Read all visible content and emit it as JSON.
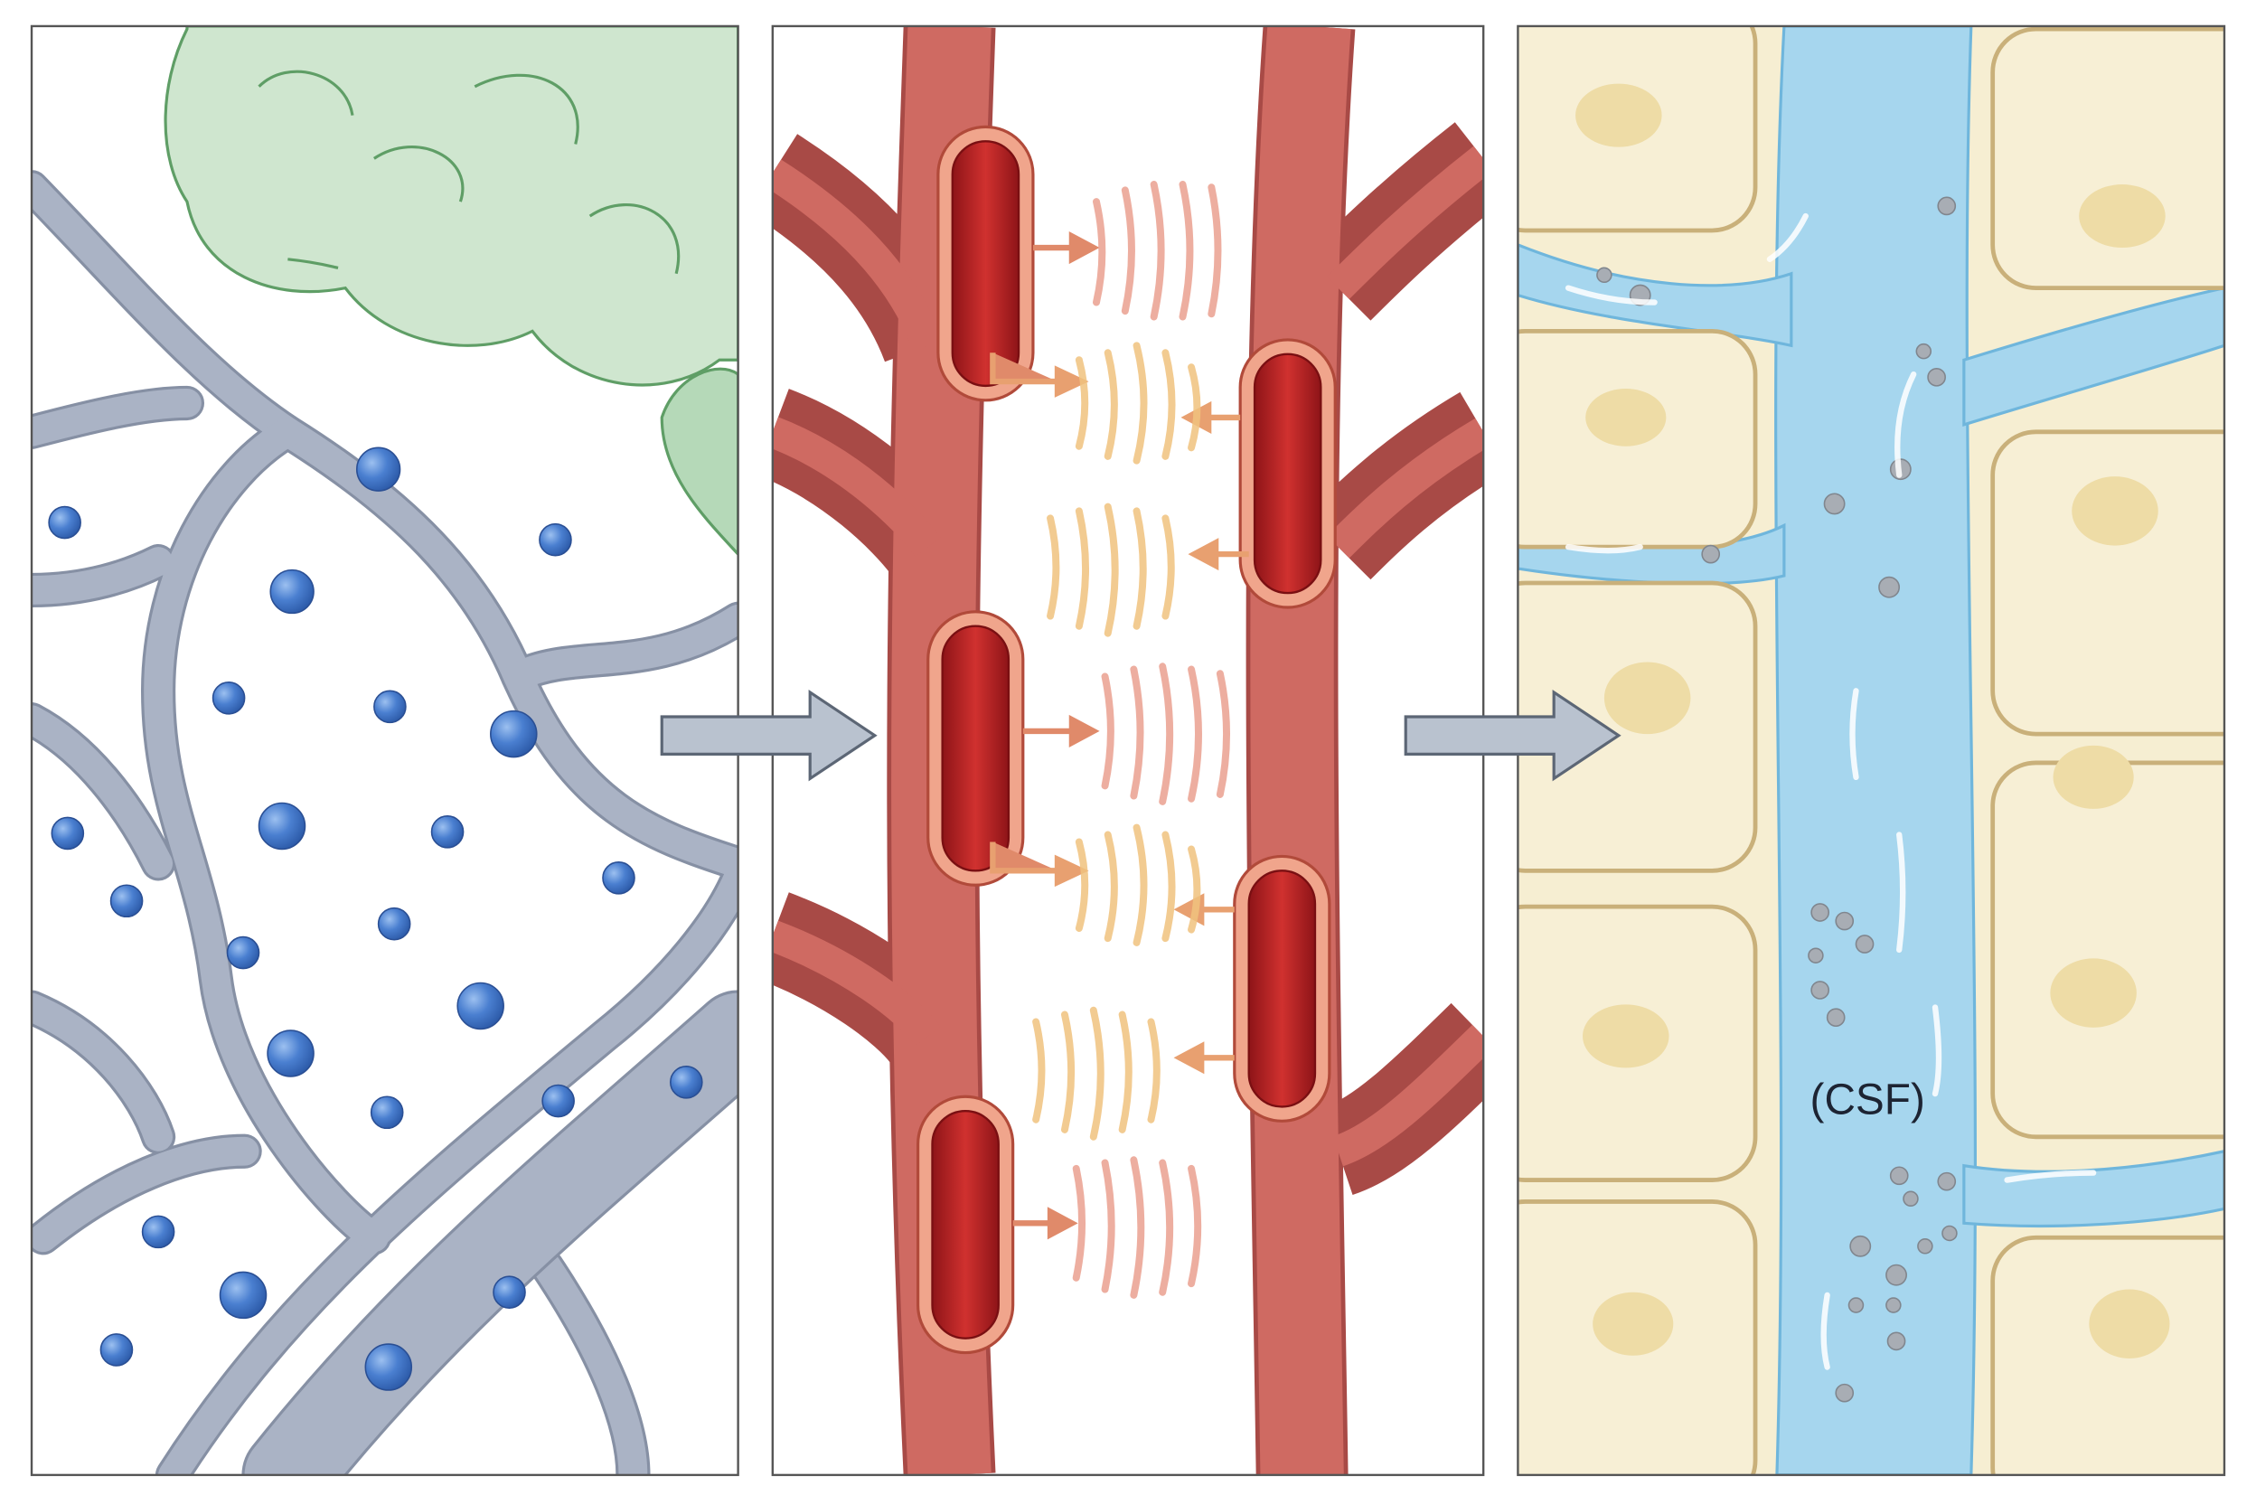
{
  "panels": [
    {
      "id": "interstitial-fluid",
      "icon": "brain-tissue-with-vessels-and-particles"
    },
    {
      "id": "blood-vessels",
      "icon": "red-blood-cells-emitting-waves"
    },
    {
      "id": "csf-channel",
      "label": "(CSF)",
      "icon": "cerebrospinal-fluid-channel"
    }
  ],
  "colors": {
    "vessel_gray": "#a9b2c4",
    "brain_green": "#cfe6cf",
    "particle_blue": "#3f72c4",
    "vessel_red": "#cf6a62",
    "rbc_red": "#b51f22",
    "csf_blue": "#9fd3ec",
    "tissue_cream": "#f6eed2",
    "arrow_gray": "#b9c2cf"
  }
}
